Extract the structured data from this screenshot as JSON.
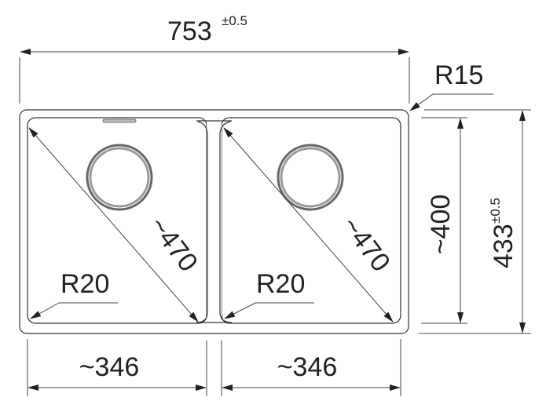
{
  "diagram": {
    "title": "Double bowl sink dimensions",
    "overall_width": {
      "value": "753",
      "tolerance": "±0.5"
    },
    "overall_depth": {
      "value": "433",
      "tolerance": "±0.5"
    },
    "bowl_depth": "~400",
    "bowl_width_left": "~346",
    "bowl_width_right": "~346",
    "diagonal_left": "~470",
    "diagonal_right": "~470",
    "outer_radius": "R15",
    "bowl_radius_left": "R20",
    "bowl_radius_right": "R20",
    "line_color": "#333333"
  }
}
